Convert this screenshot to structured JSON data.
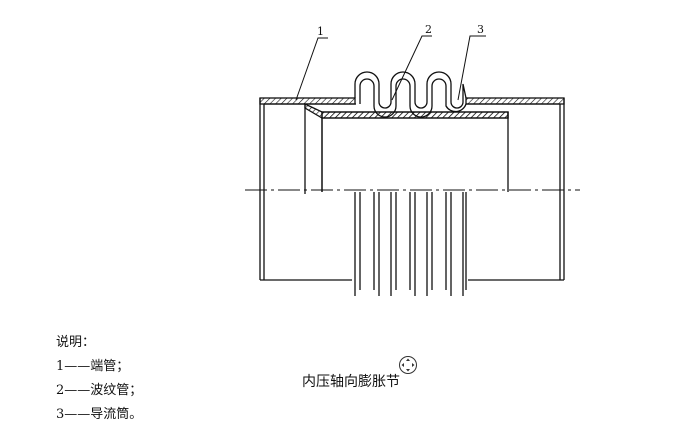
{
  "callouts": [
    {
      "id": "1",
      "label": "1"
    },
    {
      "id": "2",
      "label": "2"
    },
    {
      "id": "3",
      "label": "3"
    }
  ],
  "legend": {
    "heading": "说明：",
    "items": [
      {
        "num": "1",
        "dash": "——",
        "text": "端管；"
      },
      {
        "num": "2",
        "dash": "——",
        "text": "波纹管；"
      },
      {
        "num": "3",
        "dash": "——",
        "text": "导流筒。"
      }
    ]
  },
  "caption": "内压轴向膨胀节",
  "icons": {
    "move_handle": "move-arrows-icon"
  }
}
